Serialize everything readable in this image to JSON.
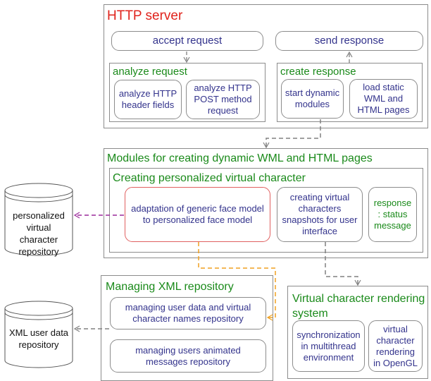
{
  "http_server": {
    "title": "HTTP server",
    "accept_request": "accept request",
    "send_response": "send response",
    "analyze_request": {
      "title": "analyze request",
      "header_fields": "analyze HTTP header fields",
      "post_method": "analyze HTTP POST method request"
    },
    "create_response": {
      "title": "create response",
      "start_dynamic": "start dynamic modules",
      "load_static": "load static WML and HTML pages"
    }
  },
  "modules": {
    "title": "Modules for creating dynamic WML and HTML pages",
    "personalized": {
      "title": "Creating personalized virtual character",
      "adaptation": "adaptation of generic face model to personalized face model",
      "snapshots": "creating virtual characters snapshots for user interface",
      "response": "response : status message"
    }
  },
  "xml_repo": {
    "title": "Managing XML repository",
    "user_data": "managing user data and virtual character names repository",
    "animated": "managing users animated messages repository"
  },
  "rendering": {
    "title": "Virtual character rendering system",
    "sync": "synchronization in multithread environment",
    "opengl": "virtual character rendering in OpenGL"
  },
  "databases": {
    "personalized_repo": "personalized virtual character repository",
    "xml_user_repo": "XML user data repository"
  },
  "colors": {
    "title_red": "#e0231c",
    "title_green": "#1a8a1a",
    "box_text": "#33338c",
    "arrow_gray": "#808080",
    "arrow_purple": "#9b2a9b",
    "arrow_orange": "#f0a020",
    "adaptation_border": "#e06060"
  }
}
